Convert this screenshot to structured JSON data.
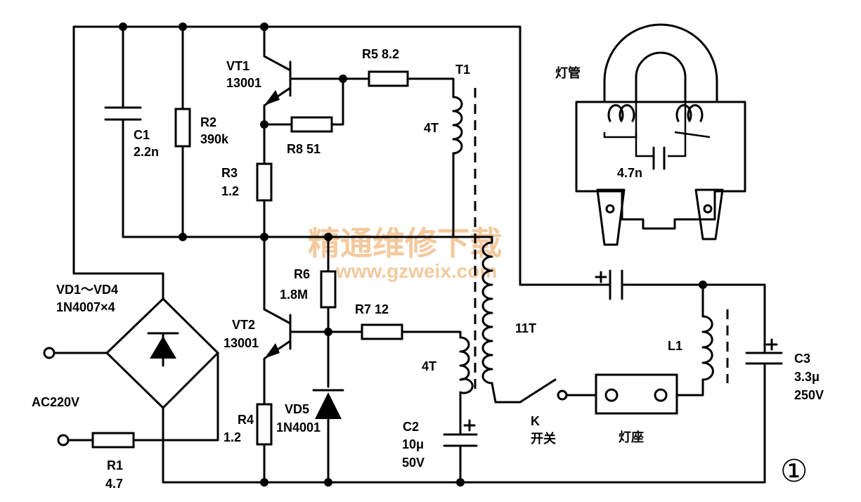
{
  "labels": {
    "vt1_name": "VT1",
    "vt1_part": "13001",
    "vt2_name": "VT2",
    "vt2_part": "13001",
    "r5": "R5  8.2",
    "t1": "T1",
    "c1_name": "C1",
    "c1_val": "2.2n",
    "r2_name": "R2",
    "r2_val": "390k",
    "r8": "R8  51",
    "t1_primary": "4T",
    "r3_name": "R3",
    "r3_val": "1.2",
    "lamp": "灯管",
    "lamp_cap": "4.7n",
    "r6_name": "R6",
    "r6_val": "1.8M",
    "r7": "R7  12",
    "winding_11t": "11T",
    "t1_secondary": "4T",
    "l1": "L1",
    "bridge_name": "VD1～VD4",
    "bridge_part": "1N4007×4",
    "ac_in": "AC220V",
    "r4_name": "R4",
    "r4_val": "1.2",
    "vd5_name": "VD5",
    "vd5_part": "1N4001",
    "c2_name": "C2",
    "c2_val": "10μ",
    "c2_volt": "50V",
    "c3_name": "C3",
    "c3_val": "3.3μ",
    "c3_volt": "250V",
    "switch_name": "K",
    "switch_cn": "开关",
    "socket": "灯座",
    "r1_name": "R1",
    "r1_val": "4.7",
    "figure_no": "①"
  },
  "watermark": {
    "text_cn": "精通维修下载",
    "url": "www.gzweix.com",
    "color": "#f2c08c"
  }
}
